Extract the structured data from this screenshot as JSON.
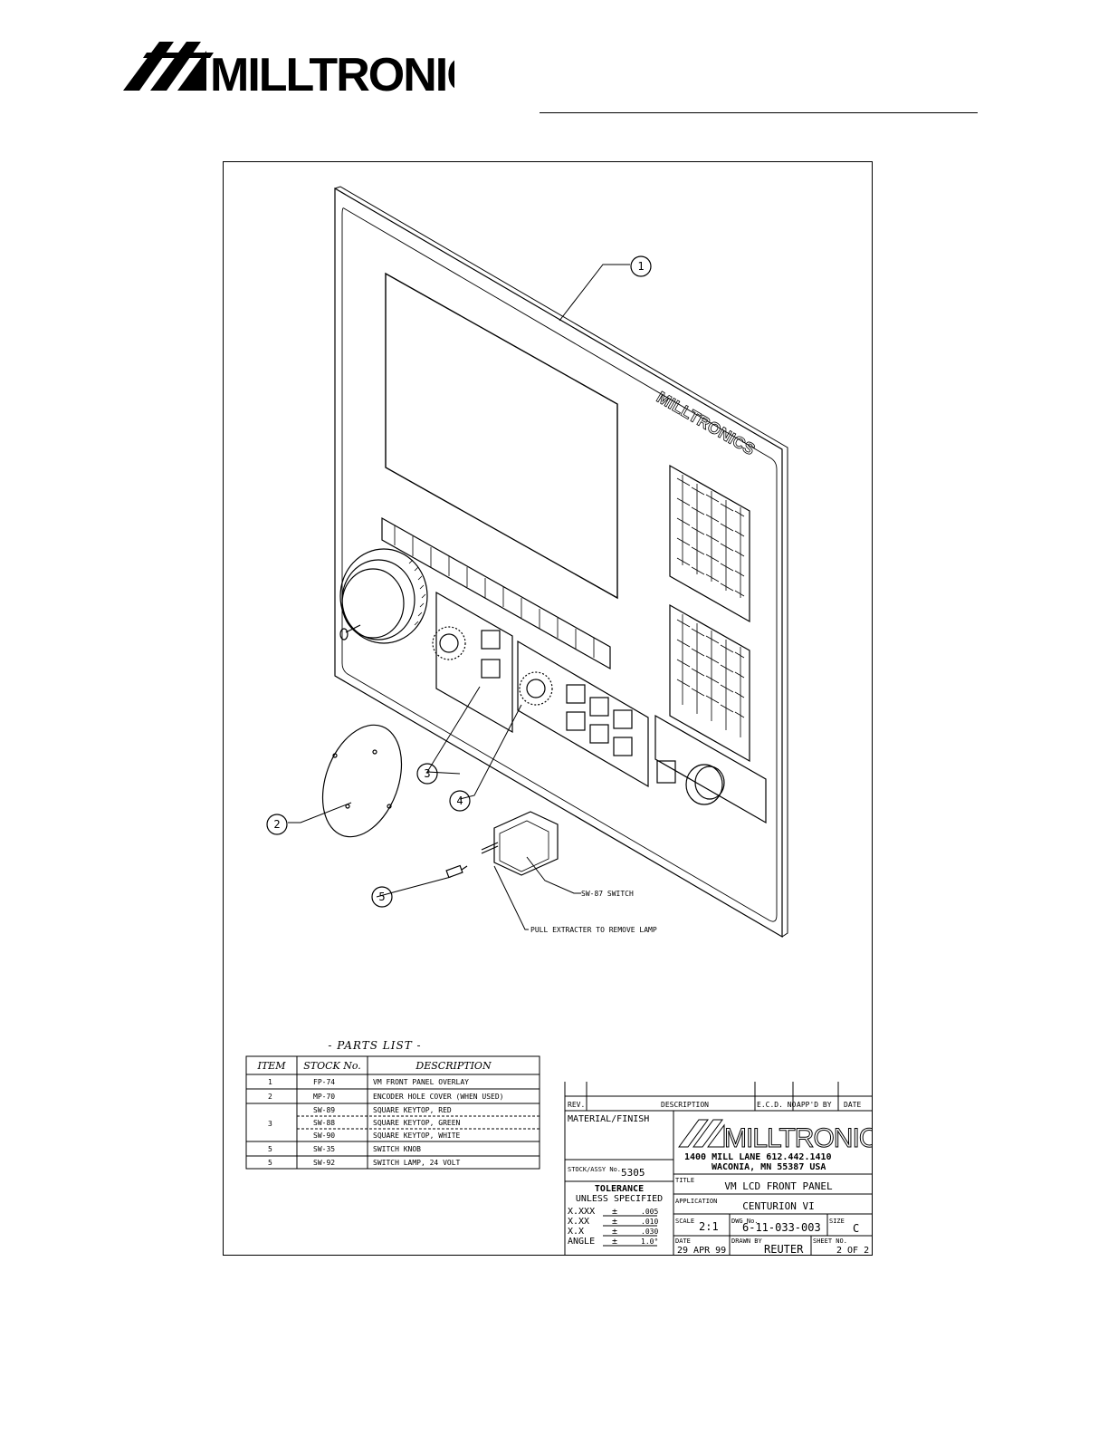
{
  "header": {
    "logo_text": "MILLTRONICS",
    "logo_color": "#000000"
  },
  "drawing": {
    "panel_logo_text": "MILLTRONICS",
    "callouts": [
      "1",
      "2",
      "3",
      "4",
      "5"
    ],
    "notes": {
      "switch": "SW-87 SWITCH",
      "lamp": "PULL EXTRACTER TO REMOVE LAMP"
    }
  },
  "parts_list": {
    "title": "- PARTS LIST -",
    "headers": [
      "ITEM",
      "STOCK No.",
      "DESCRIPTION"
    ],
    "rows": [
      {
        "item": "1",
        "stock": "FP-74",
        "desc": "VM FRONT PANEL OVERLAY"
      },
      {
        "item": "2",
        "stock": "MP-70",
        "desc": "ENCODER HOLE COVER (WHEN USED)"
      },
      {
        "item": "3",
        "stock": "SW-89",
        "desc": "SQUARE KEYTOP, RED"
      },
      {
        "item": "",
        "stock": "SW-88",
        "desc": "SQUARE KEYTOP, GREEN"
      },
      {
        "item": "",
        "stock": "SW-90",
        "desc": "SQUARE KEYTOP, WHITE"
      },
      {
        "item": "5",
        "stock": "SW-35",
        "desc": "SWITCH KNOB"
      },
      {
        "item": "5",
        "stock": "SW-92",
        "desc": "SWITCH LAMP, 24 VOLT"
      }
    ]
  },
  "title_block": {
    "rev_headers": {
      "rev": "REV.",
      "description": "DESCRIPTION",
      "ecd": "E.C.D. NO",
      "appd": "APP'D BY",
      "date": "DATE"
    },
    "material_label": "MATERIAL/FINISH",
    "logo_text": "MILLTRONICS",
    "address_line1": "1400 MILL LANE   612.442.1410",
    "address_line2": "WACONIA, MN  55387 USA",
    "stock_label": "STOCK/ASSY No.",
    "stock_value": "5305",
    "tolerance_label1": "TOLERANCE",
    "tolerance_label2": "UNLESS SPECIFIED",
    "tolerances": [
      {
        "label": "X.XXX",
        "sign": "±",
        "value": ".005"
      },
      {
        "label": "X.XX",
        "sign": "±",
        "value": ".010"
      },
      {
        "label": "X.X",
        "sign": "±",
        "value": ".030"
      },
      {
        "label": "ANGLE",
        "sign": "±",
        "value": "1.0°"
      }
    ],
    "title_label": "TITLE",
    "title_value": "VM LCD FRONT PANEL",
    "application_label": "APPLICATION",
    "application_value": "CENTURION VI",
    "scale_label": "SCALE",
    "scale_value": "2:1",
    "dwg_label": "DWG No.",
    "dwg_value": "6-11-033-003",
    "size_label": "SIZE",
    "size_value": "C",
    "date_label": "DATE",
    "date_value": "29 APR 99",
    "drawn_label": "DRAWN BY",
    "drawn_value": "REUTER",
    "sheet_label": "SHEET NO.",
    "sheet_value": "2 OF 2"
  }
}
